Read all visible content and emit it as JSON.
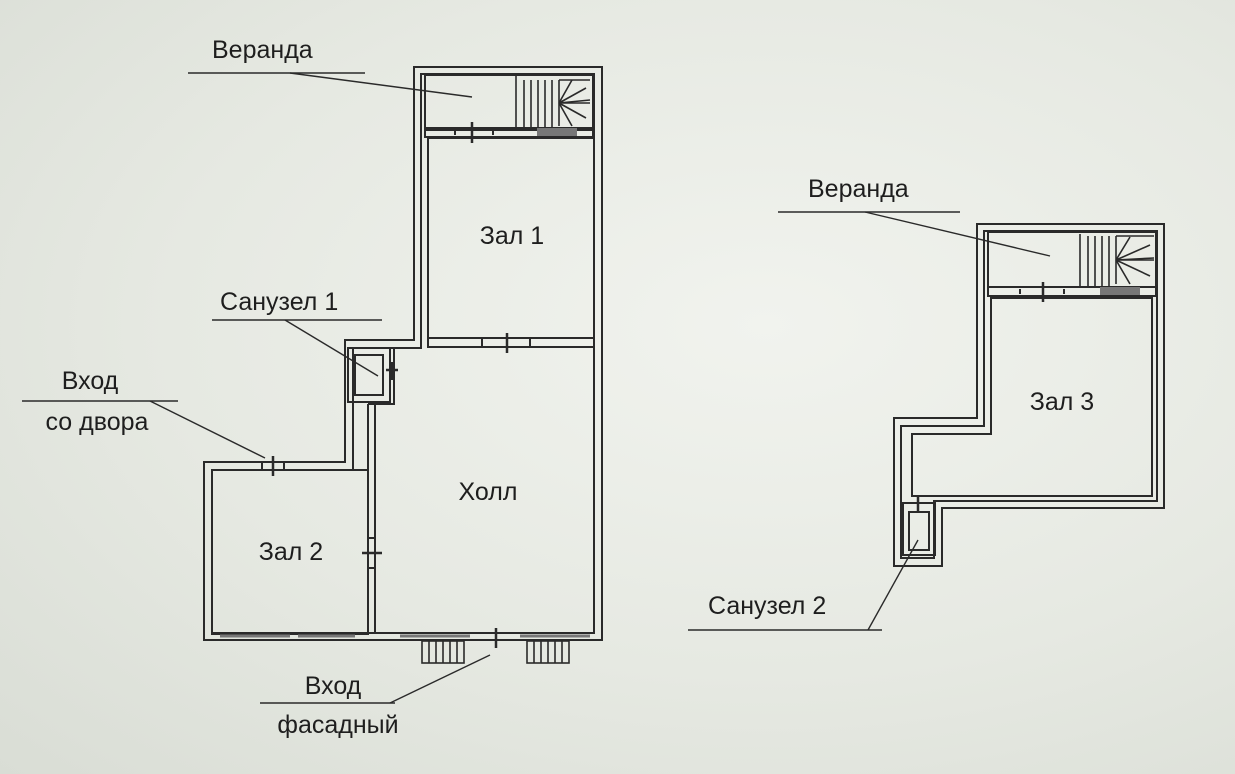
{
  "labels": {
    "veranda_left": "Веранда",
    "veranda_right": "Веранда",
    "zal1": "Зал 1",
    "zal2": "Зал 2",
    "zal3": "Зал 3",
    "holl": "Холл",
    "sanuzel1": "Санузел 1",
    "sanuzel2": "Санузел 2",
    "vhod_dvor_line1": "Вход",
    "vhod_dvor_line2": "со двора",
    "vhod_fasad_line1": "Вход",
    "vhod_fasad_line2": "фасадный"
  },
  "colors": {
    "wall": "#2a2a2a",
    "window_sill": "#777777",
    "text": "#1e1e1e"
  }
}
